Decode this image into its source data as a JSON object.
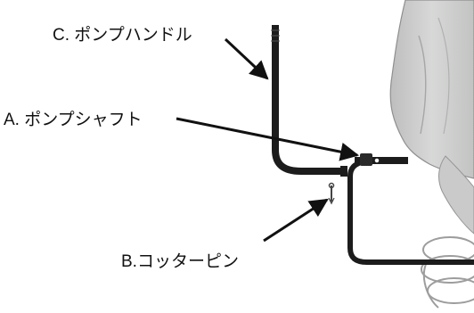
{
  "labels": {
    "pump_handle": "C. ポンプハンドル",
    "pump_shaft": "A. ポンプシャフト",
    "cotter_pin": "B.コッターピン"
  },
  "colors": {
    "ink": "#111111",
    "bag": "#cfd0cf",
    "bag_shadow": "#a9aaa9",
    "tube": "#e2e2e2",
    "background": "#ffffff"
  }
}
